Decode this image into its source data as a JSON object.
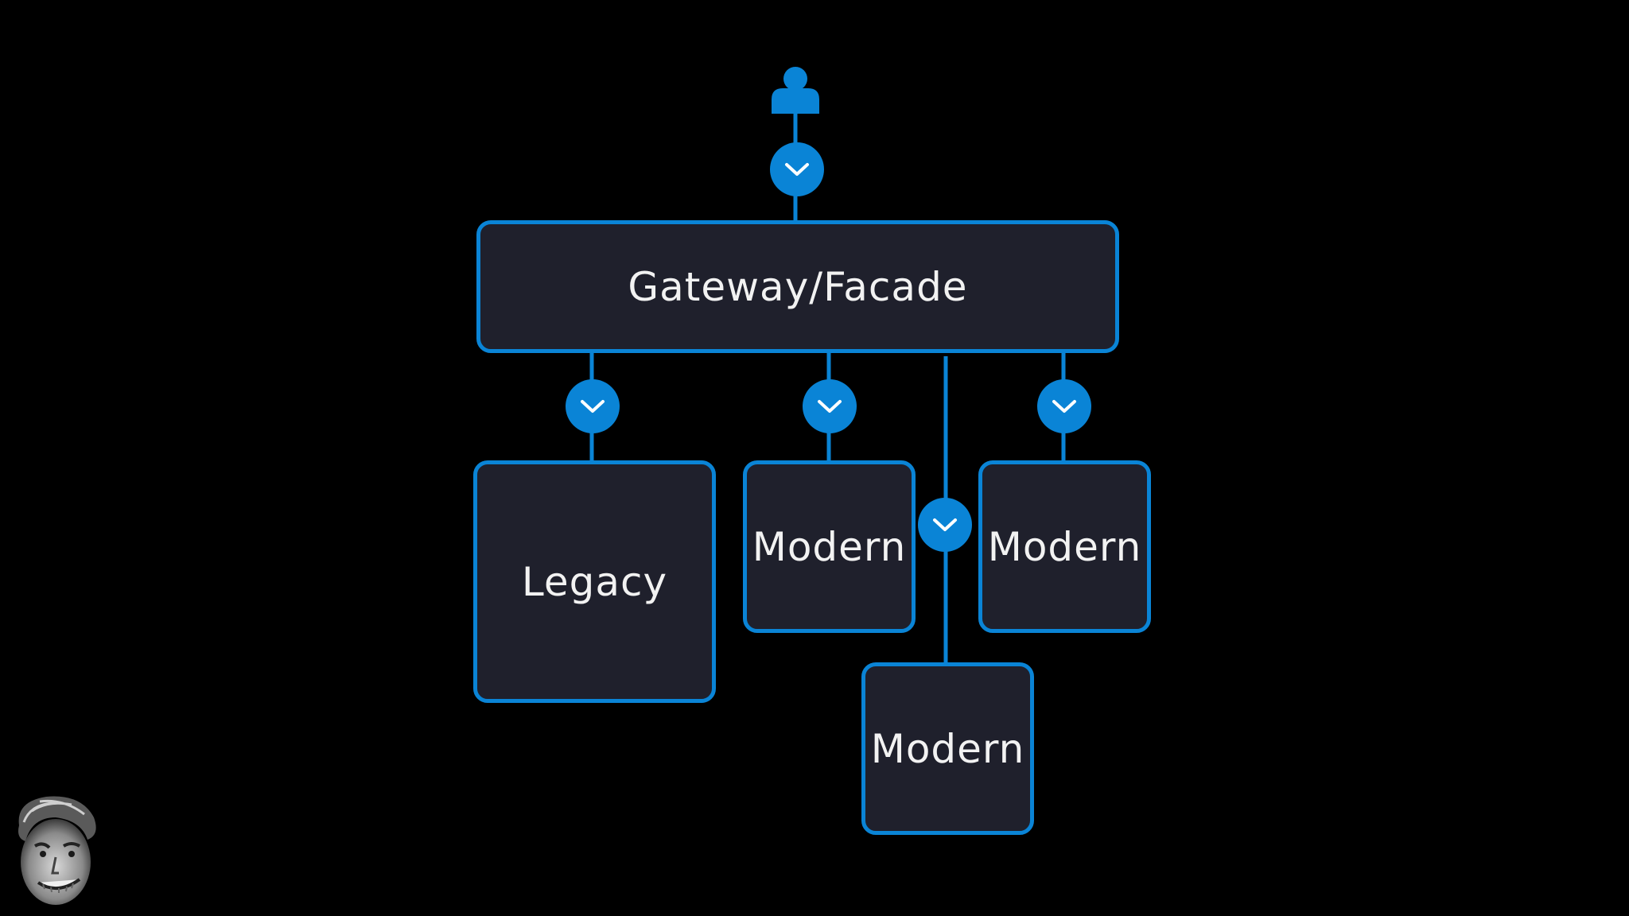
{
  "diagram": {
    "gateway": {
      "label": "Gateway/Facade"
    },
    "legacy": {
      "label": "Legacy"
    },
    "modern_1": {
      "label": "Modern"
    },
    "modern_2": {
      "label": "Modern"
    },
    "modern_3": {
      "label": "Modern"
    }
  },
  "colors": {
    "background": "#000000",
    "accent": "#0a84d6",
    "box_fill": "#1f202c",
    "text": "#f2f2f2"
  },
  "icons": {
    "user": "user-icon",
    "connector": "chevron-down-icon",
    "presenter": "presenter-avatar"
  }
}
